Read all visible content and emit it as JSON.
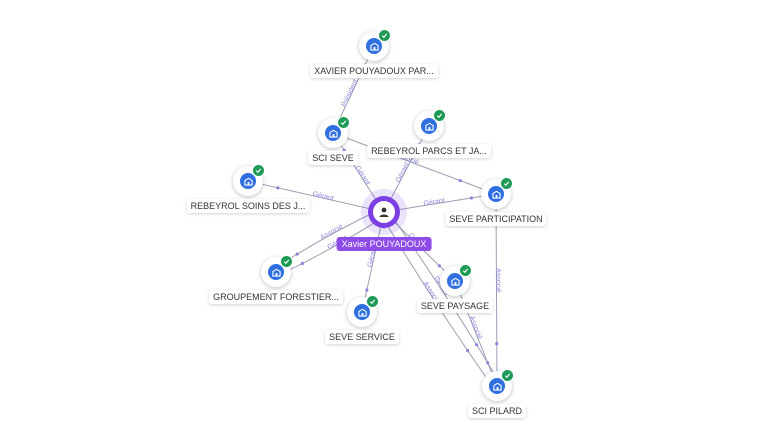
{
  "center": {
    "label": "Xavier POUYADOUX",
    "icon": "person-icon"
  },
  "nodes": [
    {
      "id": "parcs_top",
      "label": "XAVIER POUYADOUX PAR...",
      "icon": "company-icon",
      "verified": true
    },
    {
      "id": "sci_seve",
      "label": "SCI SEVE",
      "icon": "company-icon",
      "verified": true
    },
    {
      "id": "rebeyrol_parcs",
      "label": "REBEYROL PARCS ET JA...",
      "icon": "company-icon",
      "verified": true
    },
    {
      "id": "rebeyrol_soins",
      "label": "REBEYROL SOINS DES J...",
      "icon": "company-icon",
      "verified": true
    },
    {
      "id": "seve_participation",
      "label": "SEVE PARTICIPATION",
      "icon": "company-icon",
      "verified": true
    },
    {
      "id": "groupement",
      "label": "GROUPEMENT FORESTIER...",
      "icon": "company-icon",
      "verified": true
    },
    {
      "id": "seve_paysage",
      "label": "SEVE PAYSAGE",
      "icon": "company-icon",
      "verified": true
    },
    {
      "id": "seve_service",
      "label": "SEVE SERVICE",
      "icon": "company-icon",
      "verified": true
    },
    {
      "id": "sci_pilard",
      "label": "SCI PILARD",
      "icon": "company-icon",
      "verified": true
    }
  ],
  "edges": [
    {
      "from": "sci_seve",
      "to": "parcs_top",
      "label": "Président"
    },
    {
      "from": "center",
      "to": "sci_seve",
      "label": "Gérant"
    },
    {
      "from": "center",
      "to": "rebeyrol_parcs",
      "label": "Gérant"
    },
    {
      "from": "sci_seve",
      "to": "seve_participation",
      "label": "Associé"
    },
    {
      "from": "center",
      "to": "rebeyrol_soins",
      "label": "Gérant"
    },
    {
      "from": "center",
      "to": "seve_participation",
      "label": "Gérant"
    },
    {
      "from": "center",
      "to": "groupement",
      "label": "Gérant"
    },
    {
      "from": "center",
      "to": "groupement",
      "label": "Associé"
    },
    {
      "from": "center",
      "to": "seve_service",
      "label": "Gérant"
    },
    {
      "from": "center",
      "to": "seve_paysage",
      "label": "Gérant"
    },
    {
      "from": "center",
      "to": "sci_pilard",
      "label": "Gérant"
    },
    {
      "from": "center",
      "to": "sci_pilard",
      "label": "Associé"
    },
    {
      "from": "seve_paysage",
      "to": "sci_pilard",
      "label": "Associé"
    },
    {
      "from": "seve_participation",
      "to": "sci_pilard",
      "label": "Associé"
    }
  ],
  "colors": {
    "center": "#7b3fe4",
    "company_icon": "#2f6fe0",
    "verified": "#1f9b57",
    "edge": "#9aa0b4",
    "edge_label": "#8a85d8"
  }
}
